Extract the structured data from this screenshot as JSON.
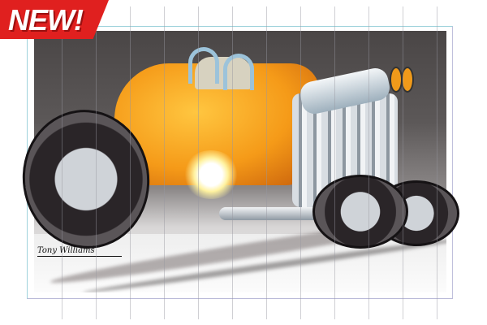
{
  "badge": {
    "label": "NEW!",
    "color": "#e0201f"
  },
  "artwork": {
    "subject": "orange hot rod roadster with supercharged engine",
    "signature": "Tony Williams",
    "colors": {
      "body": "#f59a18",
      "background": "#4a4646",
      "frame_border": "#9fd3dc"
    }
  },
  "grid_lines_x": [
    76,
    118,
    160,
    202,
    244,
    286,
    328,
    370,
    412,
    454,
    496,
    538
  ]
}
